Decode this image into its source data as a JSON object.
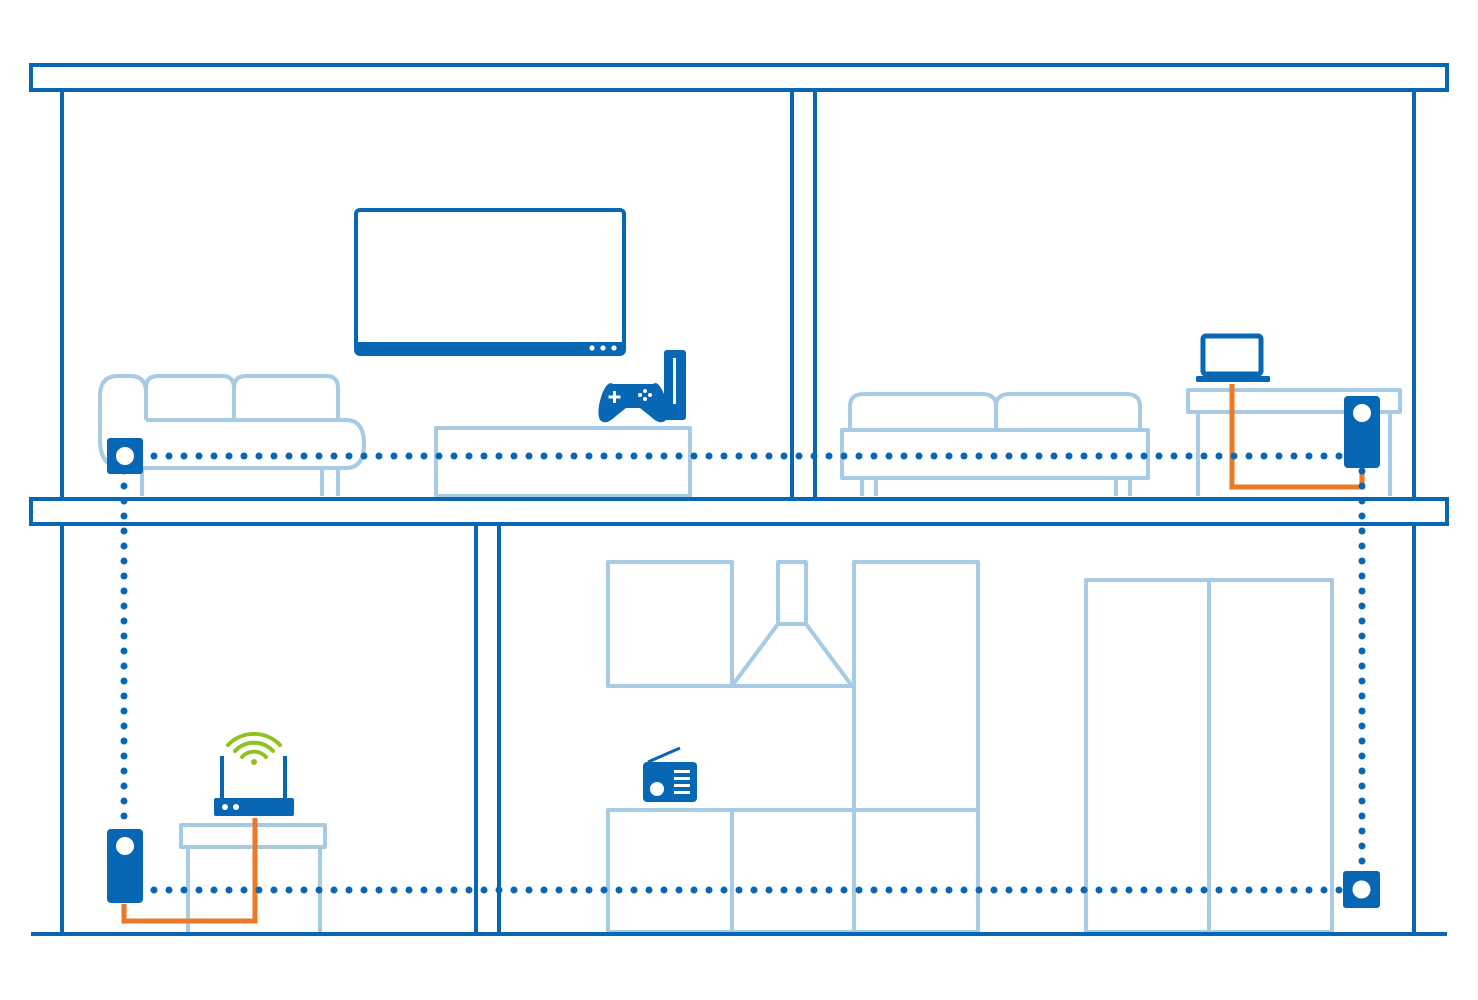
{
  "colors": {
    "structure": "#0867b4",
    "furniture": "#a7cbe5",
    "cable": "#ea7a25",
    "wifi": "#8ec31f",
    "background": "#ffffff"
  },
  "diagram": {
    "type": "powerline-network-house-illustration",
    "floors": [
      {
        "name": "upper",
        "rooms": [
          {
            "name": "living-room",
            "items": [
              "sofa",
              "tv",
              "tv-stand",
              "game-console-icon",
              "powerline-adapter-wall-socket"
            ]
          },
          {
            "name": "bedroom",
            "items": [
              "bed",
              "desk",
              "laptop-icon",
              "powerline-adapter-tall"
            ]
          }
        ]
      },
      {
        "name": "lower",
        "rooms": [
          {
            "name": "hall",
            "items": [
              "side-table",
              "router-icon",
              "wifi-icon",
              "powerline-adapter-tall"
            ]
          },
          {
            "name": "kitchen",
            "items": [
              "wall-cabinet",
              "range-hood",
              "tall-cabinet",
              "base-cabinets",
              "radio-icon",
              "fridge",
              "powerline-adapter-wall-socket"
            ]
          }
        ]
      }
    ],
    "connections": [
      {
        "type": "powerline-dotted",
        "from": "living-room-adapter",
        "to": "bedroom-adapter"
      },
      {
        "type": "powerline-dotted",
        "from": "living-room-adapter",
        "to": "hall-adapter"
      },
      {
        "type": "powerline-dotted",
        "from": "hall-adapter",
        "to": "kitchen-adapter"
      },
      {
        "type": "powerline-dotted",
        "from": "bedroom-adapter",
        "to": "kitchen-adapter"
      },
      {
        "type": "ethernet-cable",
        "from": "bedroom-adapter",
        "to": "laptop"
      },
      {
        "type": "ethernet-cable",
        "from": "hall-adapter",
        "to": "router"
      }
    ]
  }
}
